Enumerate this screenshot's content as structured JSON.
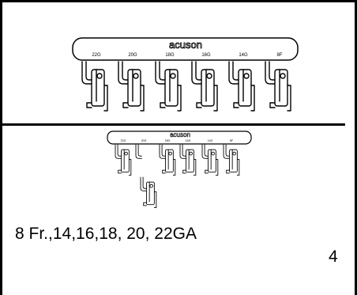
{
  "figure": {
    "brand_top": "acuson",
    "brand_bottom": "acuson",
    "gauge_labels_top": [
      "22G",
      "20G",
      "18G",
      "16G",
      "14G",
      "8F"
    ],
    "gauge_labels_bottom": [
      "22G",
      "20G",
      "18G",
      "16G",
      "14G",
      "8F"
    ]
  },
  "caption": "8 Fr.,14,16,18, 20, 22GA",
  "page_number": "4",
  "colors": {
    "ink": "#000000",
    "background": "#ffffff"
  }
}
